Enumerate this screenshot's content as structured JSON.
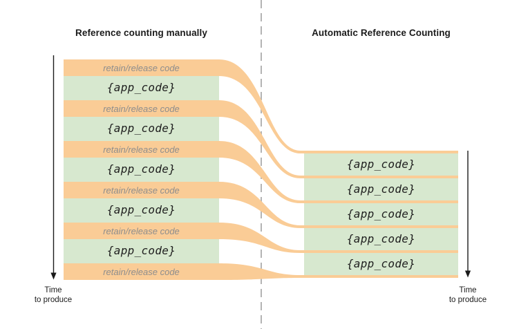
{
  "left_panel": {
    "title": "Reference counting manually",
    "orange_band_label": "retain/release code",
    "green_band_label": "{app_code}",
    "orange_band_count": 6,
    "green_band_count": 5,
    "time_label": {
      "line1": "Time",
      "line2": "to produce"
    }
  },
  "right_panel": {
    "title": "Automatic Reference Counting",
    "green_band_label": "{app_code}",
    "green_band_count": 5,
    "orange_strip_count": 6,
    "time_label": {
      "line1": "Time",
      "line2": "to produce"
    }
  },
  "colors": {
    "band_orange": "#FACC96",
    "band_green": "#D7E8CF",
    "retain_text": "#8D8D8D",
    "app_code_text": "#1E1E1E",
    "divider_gray": "#B3B3B3",
    "arrow_black": "#1A1A1A"
  }
}
